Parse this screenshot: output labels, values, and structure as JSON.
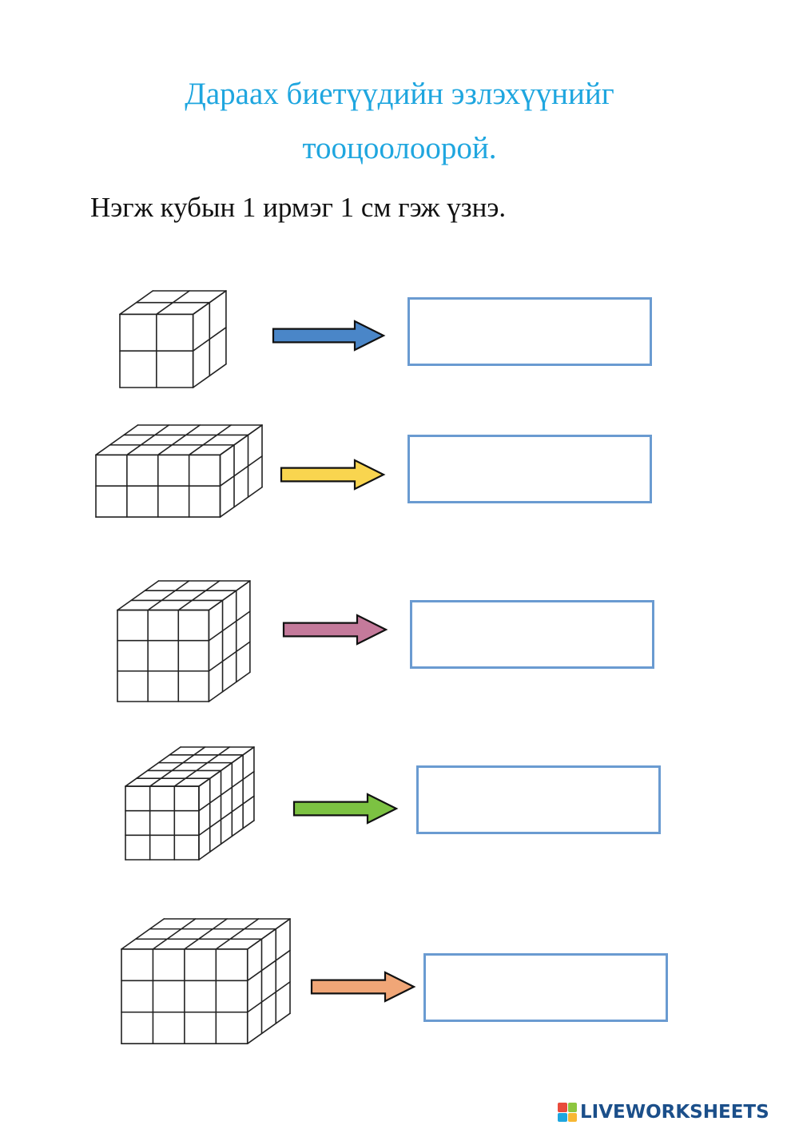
{
  "worksheet": {
    "title_line1": "Дараах биетүүдийн эзлэхүүнийг",
    "title_line2": "тооцоолоорой.",
    "instruction": "Нэгж кубын 1 ирмэг 1 см гэж үзнэ.",
    "title_color": "#1fa6df",
    "answer_box_color": "#6a9bd1"
  },
  "problems": [
    {
      "cubes": {
        "width": 2,
        "depth": 2,
        "height": 2
      },
      "arrow_color": "#4a86c8",
      "answer": ""
    },
    {
      "cubes": {
        "width": 4,
        "depth": 3,
        "height": 2
      },
      "arrow_color": "#f9d54f",
      "answer": ""
    },
    {
      "cubes": {
        "width": 3,
        "depth": 3,
        "height": 3
      },
      "arrow_color": "#c47a9b",
      "answer": ""
    },
    {
      "cubes": {
        "width": 3,
        "depth": 5,
        "height": 3
      },
      "arrow_color": "#7cc242",
      "answer": ""
    },
    {
      "cubes": {
        "width": 4,
        "depth": 3,
        "height": 3
      },
      "arrow_color": "#f0a677",
      "answer": ""
    }
  ],
  "footer": {
    "brand": "LIVEWORKSHEETS",
    "logo_colors": [
      "#e94b3c",
      "#8dc63f",
      "#1fa6df",
      "#f7b733"
    ]
  }
}
